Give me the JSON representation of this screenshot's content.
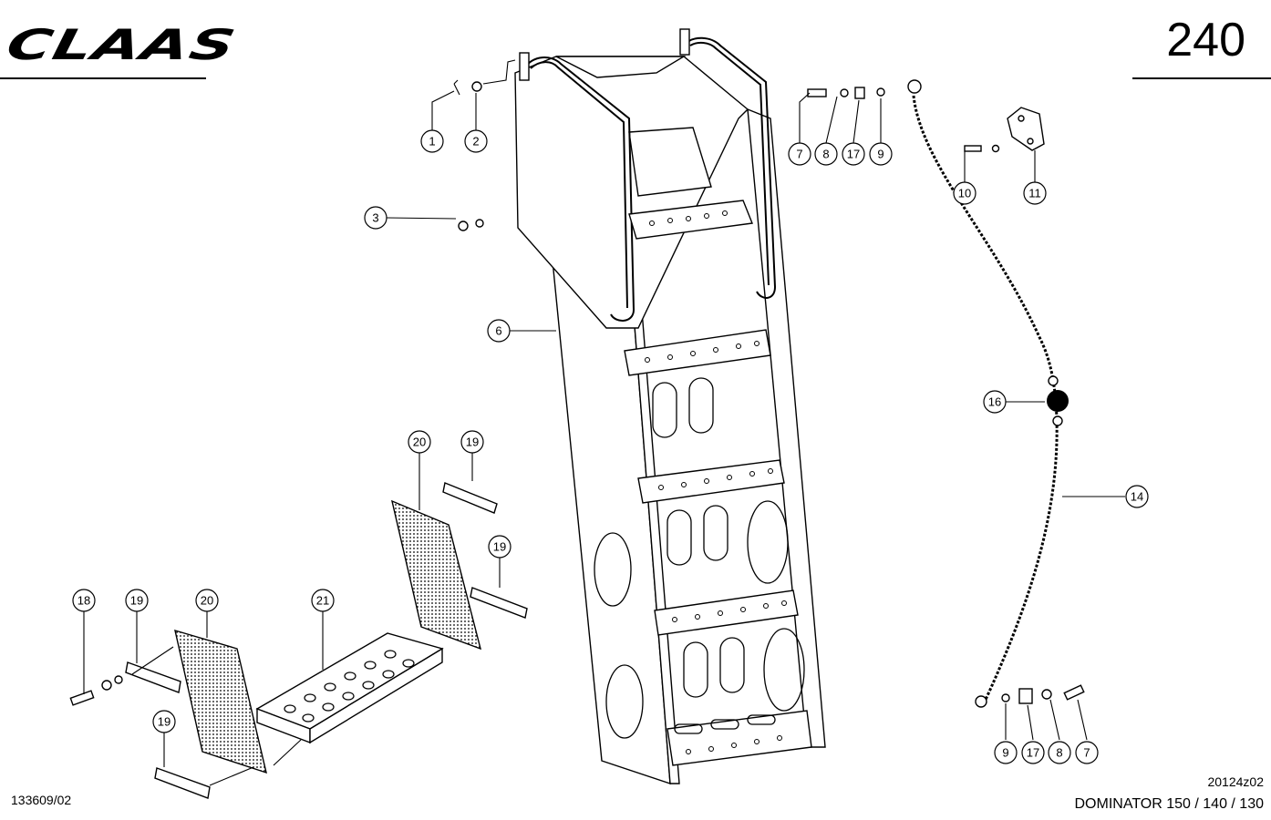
{
  "header": {
    "brand": "CLAAS",
    "page_number": "240"
  },
  "footer": {
    "document_number": "133609/02",
    "drawing_code": "20124z02",
    "model": "DOMINATOR 150 / 140 / 130"
  },
  "callouts": [
    {
      "label": "1"
    },
    {
      "label": "2"
    },
    {
      "label": "3"
    },
    {
      "label": "6"
    },
    {
      "label": "7"
    },
    {
      "label": "8"
    },
    {
      "label": "17"
    },
    {
      "label": "9"
    },
    {
      "label": "10"
    },
    {
      "label": "11"
    },
    {
      "label": "16"
    },
    {
      "label": "14"
    },
    {
      "label": "20"
    },
    {
      "label": "19"
    },
    {
      "label": "19"
    },
    {
      "label": "18"
    },
    {
      "label": "19"
    },
    {
      "label": "20"
    },
    {
      "label": "21"
    },
    {
      "label": "19"
    },
    {
      "label": "9"
    },
    {
      "label": "17"
    },
    {
      "label": "8"
    },
    {
      "label": "7"
    }
  ]
}
